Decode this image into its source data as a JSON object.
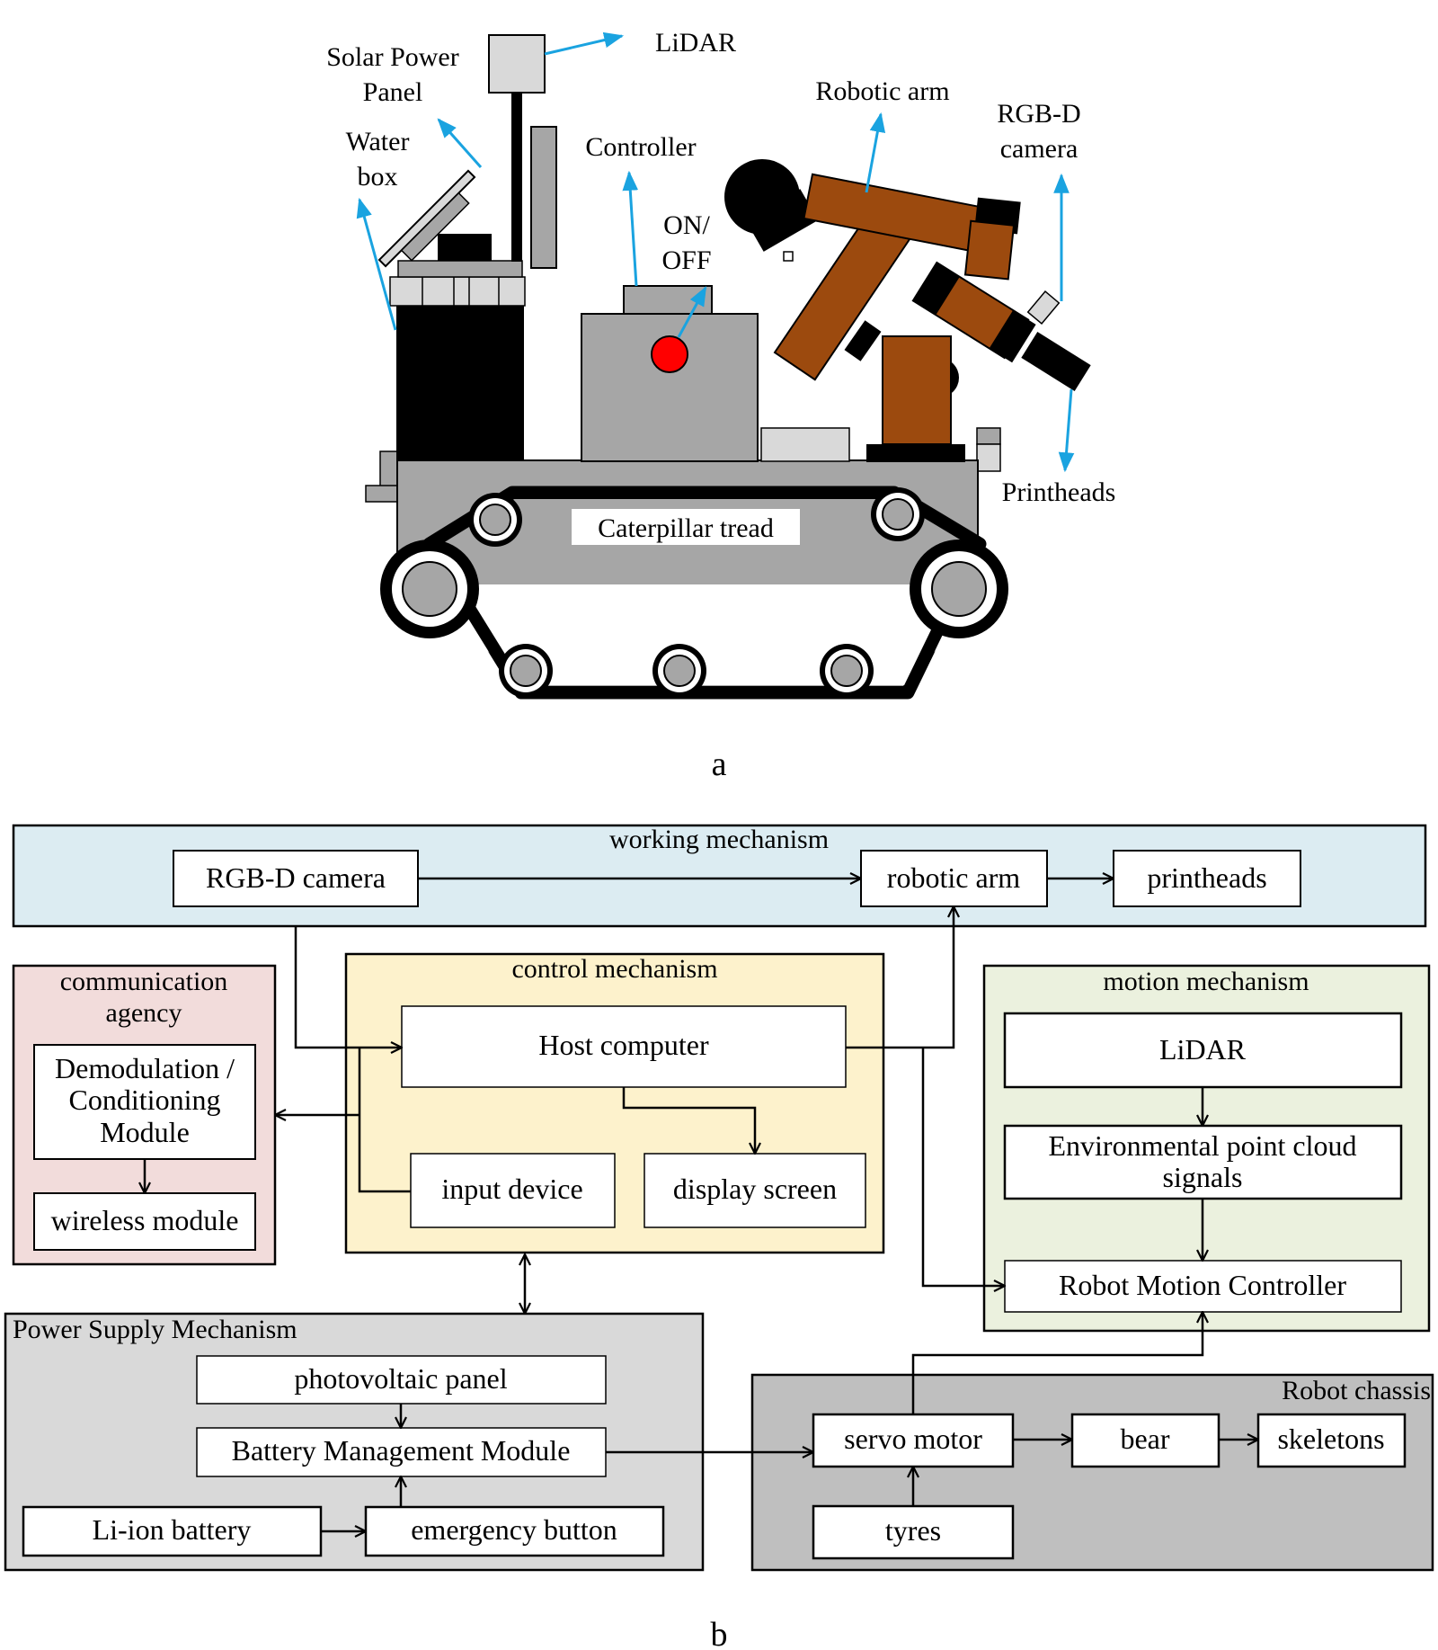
{
  "figure_a": {
    "caption": "a",
    "labels": {
      "solar_panel_line1": "Solar Power",
      "solar_panel_line2": "Panel",
      "lidar": "LiDAR",
      "water_box_line1": "Water",
      "water_box_line2": "box",
      "controller": "Controller",
      "on_off_line1": "ON/",
      "on_off_line2": "OFF",
      "robotic_arm": "Robotic arm",
      "rgbd_line1": "RGB-D",
      "rgbd_line2": "camera",
      "printheads": "Printheads",
      "caterpillar": "Caterpillar tread"
    },
    "colors": {
      "body_gray": "#a6a6a6",
      "light_gray": "#d9d9d9",
      "arm_brown": "#9c4a0e",
      "button_red": "#ff0000",
      "annotation_blue": "#1aa3e0"
    }
  },
  "figure_b": {
    "caption": "b",
    "groups": {
      "working": {
        "title": "working mechanism",
        "fill": "#dcecf2"
      },
      "communication": {
        "title_line1": "communication",
        "title_line2": "agency",
        "fill": "#f2dcdb"
      },
      "control": {
        "title": "control mechanism",
        "fill": "#fdf2cc"
      },
      "motion": {
        "title": "motion mechanism",
        "fill": "#ebf1de"
      },
      "power": {
        "title": "Power Supply Mechanism",
        "fill": "#d9d9d9"
      },
      "chassis": {
        "title": "Robot chassis",
        "fill": "#bfbfbf"
      }
    },
    "boxes": {
      "rgbd_camera": "RGB-D camera",
      "robotic_arm": "robotic arm",
      "printheads": "printheads",
      "demod_line1": "Demodulation /",
      "demod_line2": "Conditioning",
      "demod_line3": "Module",
      "wireless_module": "wireless module",
      "host_computer": "Host computer",
      "input_device": "input device",
      "display_screen": "display screen",
      "lidar": "LiDAR",
      "env_line1": "Environmental point cloud",
      "env_line2": "signals",
      "motion_controller": "Robot Motion Controller",
      "photovoltaic_panel": "photovoltaic panel",
      "battery_mgmt": "Battery Management Module",
      "li_ion_battery": "Li-ion battery",
      "emergency_button": "emergency button",
      "servo_motor": "servo motor",
      "bear": "bear",
      "skeletons": "skeletons",
      "tyres": "tyres"
    }
  }
}
